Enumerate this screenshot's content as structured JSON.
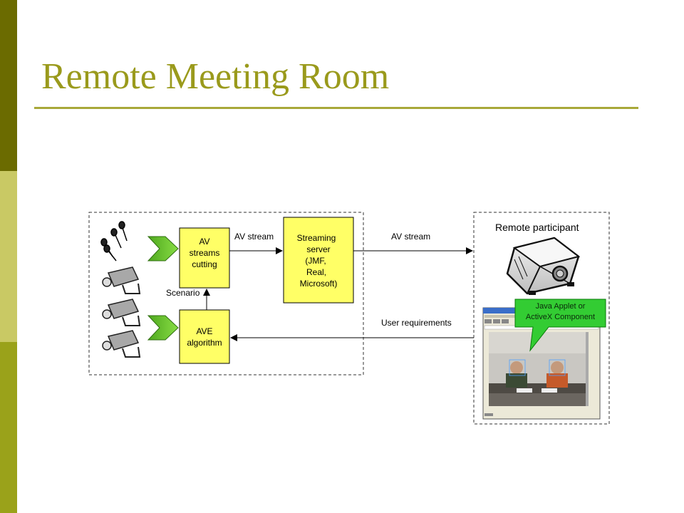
{
  "slide": {
    "title": "Remote Meeting Room"
  },
  "diagram": {
    "nodes": {
      "av_cutting": [
        "AV",
        "streams",
        "cutting"
      ],
      "ave_algorithm": [
        "AVE",
        "algorithm"
      ],
      "streaming_server": [
        "Streaming",
        "server",
        "(JMF,",
        "Real,",
        "Microsoft)"
      ],
      "remote_participant": "Remote participant",
      "callout": [
        "Java Applet or",
        "ActiveX Component"
      ]
    },
    "edges": {
      "av_stream_left": "AV stream",
      "av_stream_right": "AV stream",
      "scenario": "Scenario",
      "user_requirements": "User requirements"
    }
  },
  "colors": {
    "accent": "#9a9a1c",
    "box_fill": "#ffff66",
    "callout_fill": "#33cc33",
    "chevron_fill": "#66bb22"
  }
}
